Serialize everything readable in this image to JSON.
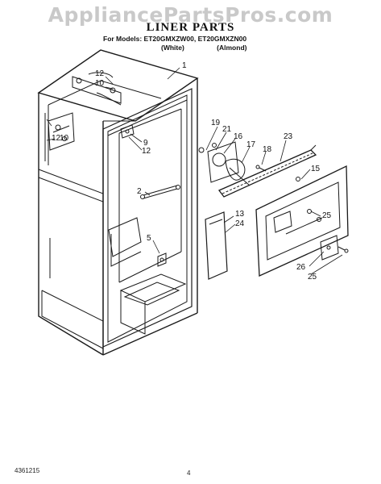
{
  "watermark": "AppliancePartsPros.com",
  "title": "LINER PARTS",
  "models_line": "For Models: ET20GMXZW00, ET20GMXZN00",
  "color_white": "(White)",
  "color_almond": "(Almond)",
  "footer_code": "4361215",
  "page_number": "4",
  "callouts": [
    "1",
    "12",
    "10",
    "12",
    "10",
    "9",
    "12",
    "2",
    "5",
    "19",
    "21",
    "16",
    "17",
    "18",
    "23",
    "15",
    "13",
    "24",
    "25",
    "26",
    "25"
  ]
}
